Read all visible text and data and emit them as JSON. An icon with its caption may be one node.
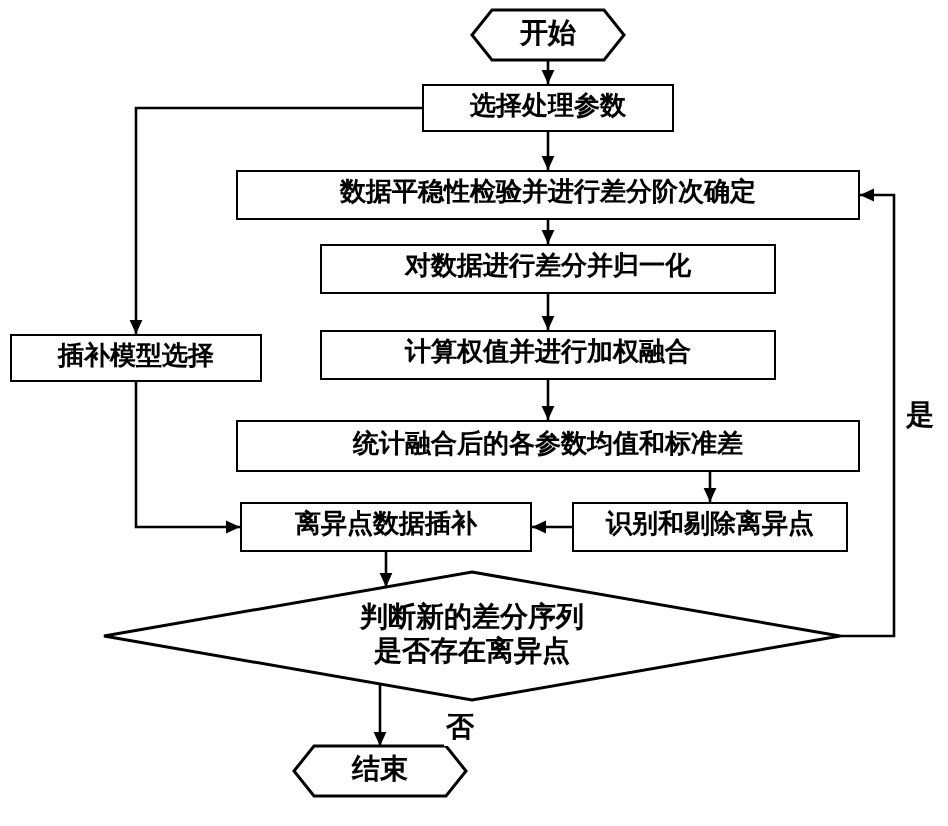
{
  "diagram": {
    "nodes": [
      {
        "text": [
          "开始"
        ]
      },
      {
        "text": [
          "选择处理参数"
        ]
      },
      {
        "text": [
          "数据平稳性检验并进行差分阶次确定"
        ]
      },
      {
        "text": [
          "对数据进行差分并归一化"
        ]
      },
      {
        "text": [
          "计算权值并进行加权融合"
        ]
      },
      {
        "text": [
          "统计融合后的各参数均值和标准差"
        ]
      },
      {
        "text": [
          "识别和剔除离异点"
        ]
      },
      {
        "text": [
          "插补模型选择"
        ]
      },
      {
        "text": [
          "离异点数据插补"
        ]
      },
      {
        "text": [
          "判断新的差分序列是否存在离异点"
        ]
      },
      {
        "text": [
          "结束"
        ]
      }
    ],
    "edges": [
      {
        "from": 0,
        "to": 1,
        "arrow": "to"
      },
      {
        "from": 1,
        "to": 2,
        "arrow": "to"
      },
      {
        "from": 2,
        "to": 3,
        "arrow": "to"
      },
      {
        "from": 3,
        "to": 4,
        "arrow": "to"
      },
      {
        "from": 4,
        "to": 5,
        "arrow": "to"
      },
      {
        "from": 5,
        "to": 6,
        "arrow": "to"
      },
      {
        "from": 6,
        "to": 8,
        "arrow": "to"
      },
      {
        "from": 1,
        "to": 7,
        "arrow": "to"
      },
      {
        "from": 7,
        "to": 8,
        "arrow": "to"
      },
      {
        "from": 8,
        "to": 9,
        "arrow": "to"
      },
      {
        "from": 9,
        "to": 2,
        "arrow": "to",
        "label": "是"
      },
      {
        "from": 9,
        "to": 10,
        "arrow": "to",
        "label": "否"
      }
    ]
  }
}
